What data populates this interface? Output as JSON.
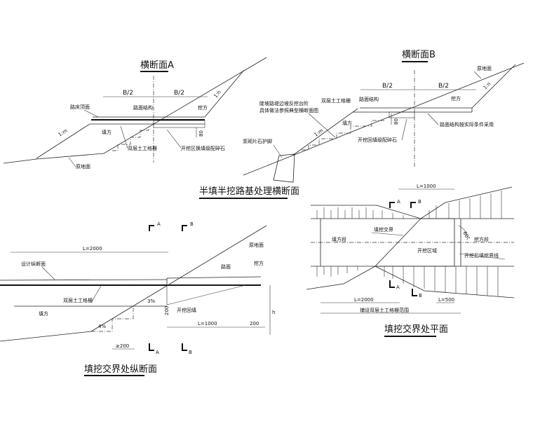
{
  "section_a": {
    "title": "横断面A",
    "half_width_left": "B/2",
    "half_width_right": "B/2",
    "subgrade_top": "路床顶面",
    "pavement": "路面结构",
    "cut": "挖方",
    "fill": "填方",
    "fill_slope": "1:m",
    "cut_slope": "1:n",
    "depth": "80",
    "excavation_note": "开挖区换填级配碎石",
    "geogrid": "双层土工格栅",
    "original_ground": "原地面"
  },
  "section_b": {
    "title": "横断面B",
    "original_ground": "原地面",
    "half_width_left": "B/2",
    "half_width_right": "B/2",
    "geogrid": "双层土工格栅",
    "pavement": "路面结构",
    "cut": "挖方",
    "fill": "填方",
    "pavement_note": "路面结构按实际条件采用",
    "excavation_note": "开挖回填级配碎石",
    "depth": "80",
    "fill_slope": "1:m",
    "cut_slope": "1:n",
    "toe_wall": "浆砌片石护脚",
    "steep_note_1": "陡坡路堤边坡反挖台阶",
    "steep_note_2": "具体做法参照典型横断面图"
  },
  "cross_section_title": "半填半挖路基处理横断面",
  "longitudinal": {
    "title": "填挖交界处纵断面",
    "length_2000": "L=2000",
    "design_profile": "设计纵断面",
    "geogrid": "双层土工格栅",
    "fill": "填方",
    "cut": "挖方",
    "original_ground": "原地面",
    "pavement": "路面",
    "slope_3": "3%",
    "slope_4": "4%",
    "depth_200": "200",
    "excavation": "开挖回填",
    "length_1000": "L=1000",
    "end_200": "200",
    "height": "h",
    "step_min": "≥200",
    "mark_a": "A",
    "mark_b": "B"
  },
  "plan": {
    "title": "填挖交界处平面",
    "length_top": "L=1000",
    "fill_section": "填方段",
    "boundary": "填挖交界",
    "excavation_area": "开挖区域",
    "cut_section": "挖方段",
    "cut_boundary": "开挖后填挖界线",
    "angle": "60°",
    "length_2000": "L=2000",
    "length_500": "L=500",
    "geogrid_range": "铺设双层土工格栅范围",
    "mark_a": "A",
    "mark_b": "B"
  }
}
